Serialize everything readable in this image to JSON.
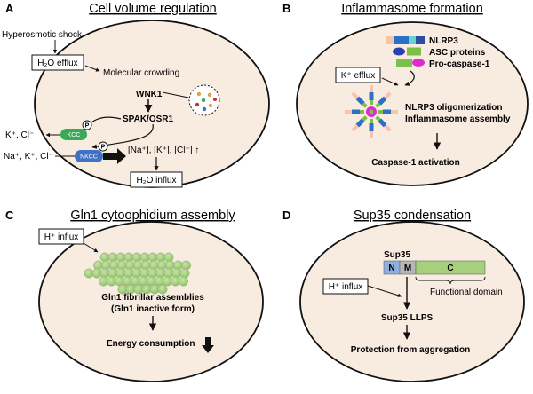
{
  "panels": {
    "a": {
      "letter": "A",
      "title": "Cell volume regulation",
      "hyperosmotic": "Hyperosmotic shock",
      "h2o_efflux": "H₂O efflux",
      "crowding": "Molecular crowding",
      "wnk1": "WNK1",
      "spak": "SPAK/OSR1",
      "kcc": "KCC",
      "nkcc": "NKCC",
      "phospho": "P",
      "kcl_out": "K⁺, Cl⁻",
      "ions_in": "Na⁺, K⁺, Cl⁻",
      "conc": "[Na⁺], [K⁺], [Cl⁻] ↑",
      "h2o_influx": "H₂O influx"
    },
    "b": {
      "letter": "B",
      "title": "Inflammasome formation",
      "legend": [
        "NLRP3",
        "ASC proteins",
        "Pro-caspase-1"
      ],
      "k_efflux": "K⁺ efflux",
      "oligomerization": "NLRP3 oligomerization",
      "assembly": "Inflammasome assembly",
      "activation": "Caspase-1 activation"
    },
    "c": {
      "letter": "C",
      "title": "Gln1 cytoophidium assembly",
      "h_influx": "H⁺ influx",
      "fibrillar": "Gln1 fibrillar assemblies",
      "inactive": "(Gln1 inactive form)",
      "energy": "Energy consumption"
    },
    "d": {
      "letter": "D",
      "title": "Sup35 condensation",
      "h_influx": "H⁺ influx",
      "sup35": "Sup35",
      "domains": [
        "N",
        "M",
        "C"
      ],
      "functional": "Functional domain",
      "llps": "Sup35 LLPS",
      "protection": "Protection from aggregation"
    }
  },
  "colors": {
    "cell_fill": "#f8ece1",
    "kcc": "#3aaa58",
    "nkcc": "#3e72c4",
    "nlrp3": "#2a6fc9",
    "asc_blue": "#2c3fb2",
    "asc_green": "#7bbf44",
    "procaspase_pink": "#e02ad0",
    "procaspase_green": "#7bc04a",
    "n_domain": "#8fb0df",
    "m_domain": "#b7b7b7",
    "c_domain": "#a6d07c"
  }
}
